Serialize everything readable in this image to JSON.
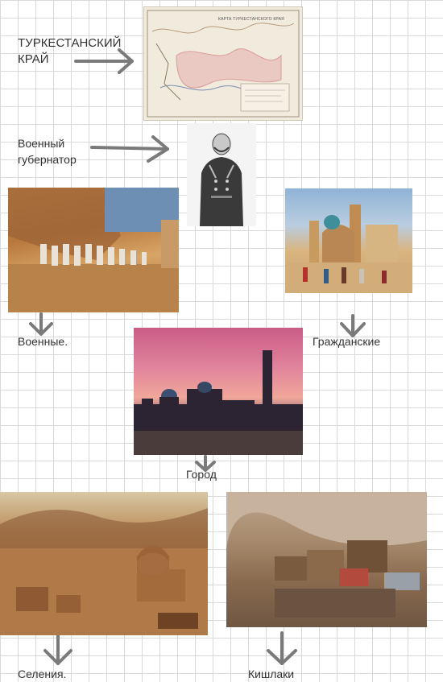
{
  "labels": {
    "turkestan": "ТУРКЕСТАНСКИЙ\nКРАЙ",
    "governor": "Военный\nгубернатор",
    "military": "Военные.",
    "civil": "Гражданские",
    "city": "Город",
    "settlements": "Селения.",
    "kishlaks": "Кишлаки"
  },
  "map": {
    "title": "КАРТА ТУРКЕСТАНСКОГО КРАЯ"
  },
  "colors": {
    "arrow": "#7a7a7a",
    "grid": "#d9d9d9",
    "text": "#333333"
  }
}
